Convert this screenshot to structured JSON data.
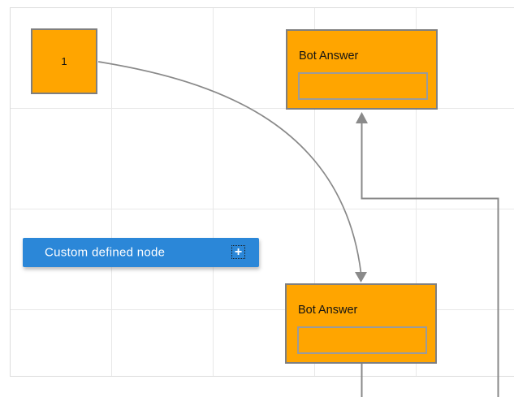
{
  "diagram": {
    "start_node": {
      "label": "1"
    },
    "bot_answer_top": {
      "title": "Bot Answer"
    },
    "bot_answer_bottom": {
      "title": "Bot Answer"
    },
    "custom_node": {
      "label": "Custom defined node",
      "plus_label": "+"
    },
    "colors": {
      "node_orange": "#FFA500",
      "node_border_gray": "#7F7F7F",
      "custom_blue": "#2B87D8",
      "connector_gray": "#898989",
      "grid_line": "#E8E8E8",
      "page_border": "#DCDCDC"
    }
  }
}
